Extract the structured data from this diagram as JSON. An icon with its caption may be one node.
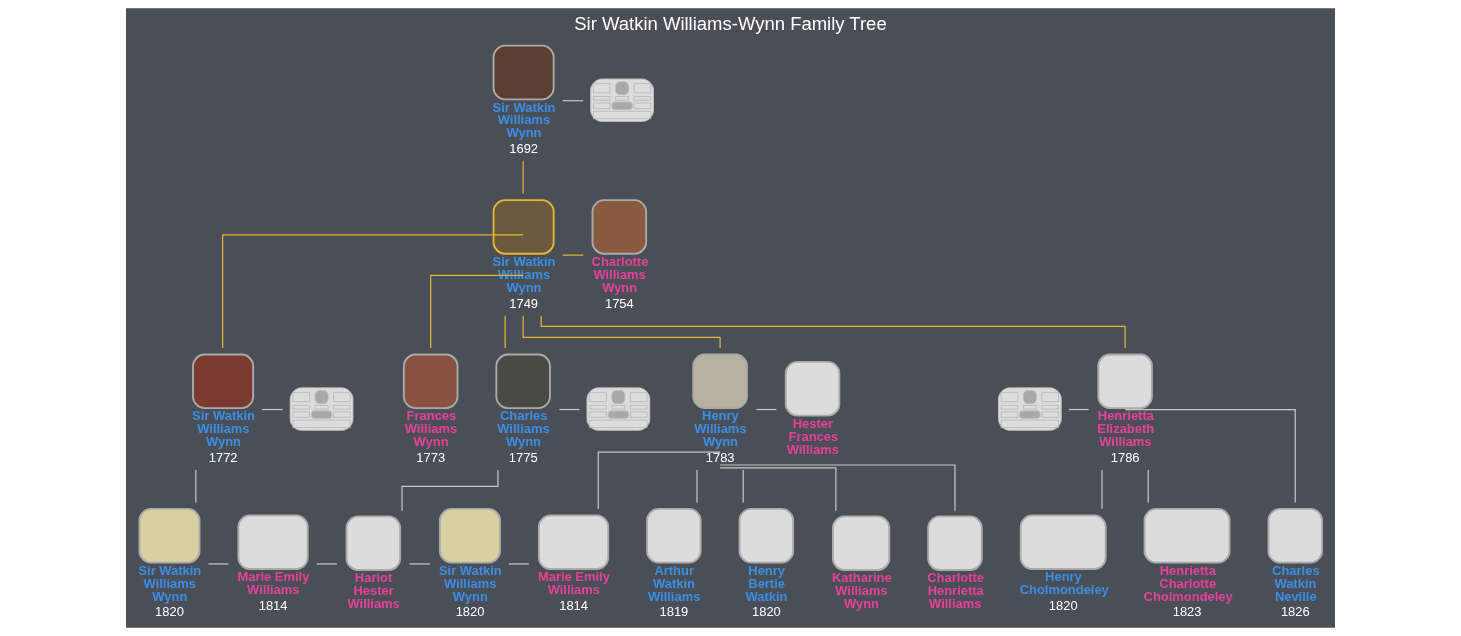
{
  "diagram": {
    "title": "Sir Watkin Williams-Wynn Family Tree",
    "nodes": [
      {
        "text": [
          "Sir Watkin Williams Wynn",
          "1692"
        ]
      },
      {
        "text": [],
        "shape": "person"
      },
      {
        "text": [
          "Sir Watkin Williams Wynn",
          "1749"
        ]
      },
      {
        "text": [
          "Charlotte Williams Wynn",
          "1754"
        ]
      },
      {
        "text": [
          "Sir Watkin Williams Wynn",
          "1772"
        ]
      },
      {
        "text": [],
        "shape": "person"
      },
      {
        "text": [
          "Frances Williams Wynn",
          "1773"
        ]
      },
      {
        "text": [
          "Charles Williams Wynn",
          "1775"
        ]
      },
      {
        "text": [],
        "shape": "person"
      },
      {
        "text": [
          "Henry Williams Wynn",
          "1783"
        ]
      },
      {
        "text": [
          "Hester Frances Williams"
        ]
      },
      {
        "text": [],
        "shape": "person"
      },
      {
        "text": [
          "Henrietta Elizabeth Williams",
          "1786"
        ]
      },
      {
        "text": [
          "Sir Watkin Williams Wynn",
          "1820"
        ]
      },
      {
        "text": [
          "Marie Emily Williams",
          "1814"
        ]
      },
      {
        "text": [
          "Hariot Hester Williams"
        ]
      },
      {
        "text": [
          "Sir Watkin Williams Wynn",
          "1820"
        ]
      },
      {
        "text": [
          "Marie Emily Williams",
          "1814"
        ]
      },
      {
        "text": [
          "Arthur Watkin Williams",
          "1819"
        ]
      },
      {
        "text": [
          "Henry Bertie Watkin",
          "1820"
        ]
      },
      {
        "text": [
          "Katharine Williams Wynn"
        ]
      },
      {
        "text": [
          "Charlotte Henrietta Williams"
        ]
      },
      {
        "text": [
          "Henry Cholmondeley",
          "1820"
        ]
      },
      {
        "text": [
          "Henrietta Charlotte Cholmondeley",
          "1823"
        ]
      },
      {
        "text": [
          "Charles Watkin Neville",
          "1826"
        ]
      }
    ],
    "edges": [
      {
        "from": 0,
        "to": 1,
        "arrow": "none"
      },
      {
        "from": 0,
        "to": 2,
        "arrow": "none",
        "color": "#e8b530"
      },
      {
        "from": 2,
        "to": 3,
        "arrow": "none",
        "color": "#e8b530"
      },
      {
        "from": 2,
        "to": 4,
        "arrow": "none",
        "color": "#e8b530"
      },
      {
        "from": 2,
        "to": 6,
        "arrow": "none",
        "color": "#e8b530"
      },
      {
        "from": 2,
        "to": 7,
        "arrow": "none",
        "color": "#e8b530"
      },
      {
        "from": 2,
        "to": 9,
        "arrow": "none",
        "color": "#e8b530"
      },
      {
        "from": 2,
        "to": 12,
        "arrow": "none",
        "color": "#e8b530"
      },
      {
        "from": 4,
        "to": 5,
        "arrow": "none"
      },
      {
        "from": 4,
        "to": 13,
        "arrow": "none"
      },
      {
        "from": 7,
        "to": 8,
        "arrow": "none"
      },
      {
        "from": 7,
        "to": 15,
        "arrow": "none"
      },
      {
        "from": 9,
        "to": 10,
        "arrow": "none"
      },
      {
        "from": 9,
        "to": 17,
        "arrow": "none"
      },
      {
        "from": 9,
        "to": 18,
        "arrow": "none"
      },
      {
        "from": 9,
        "to": 19,
        "arrow": "none"
      },
      {
        "from": 9,
        "to": 20,
        "arrow": "none"
      },
      {
        "from": 9,
        "to": 21,
        "arrow": "none"
      },
      {
        "from": 11,
        "to": 12,
        "arrow": "none"
      },
      {
        "from": 12,
        "to": 22,
        "arrow": "none"
      },
      {
        "from": 12,
        "to": 23,
        "arrow": "none"
      },
      {
        "from": 12,
        "to": 24,
        "arrow": "none"
      },
      {
        "from": 13,
        "to": 14,
        "arrow": "none"
      },
      {
        "from": 14,
        "to": 15,
        "arrow": "none"
      },
      {
        "from": 15,
        "to": 16,
        "arrow": "none"
      },
      {
        "from": 16,
        "to": 17,
        "arrow": "none"
      }
    ]
  }
}
